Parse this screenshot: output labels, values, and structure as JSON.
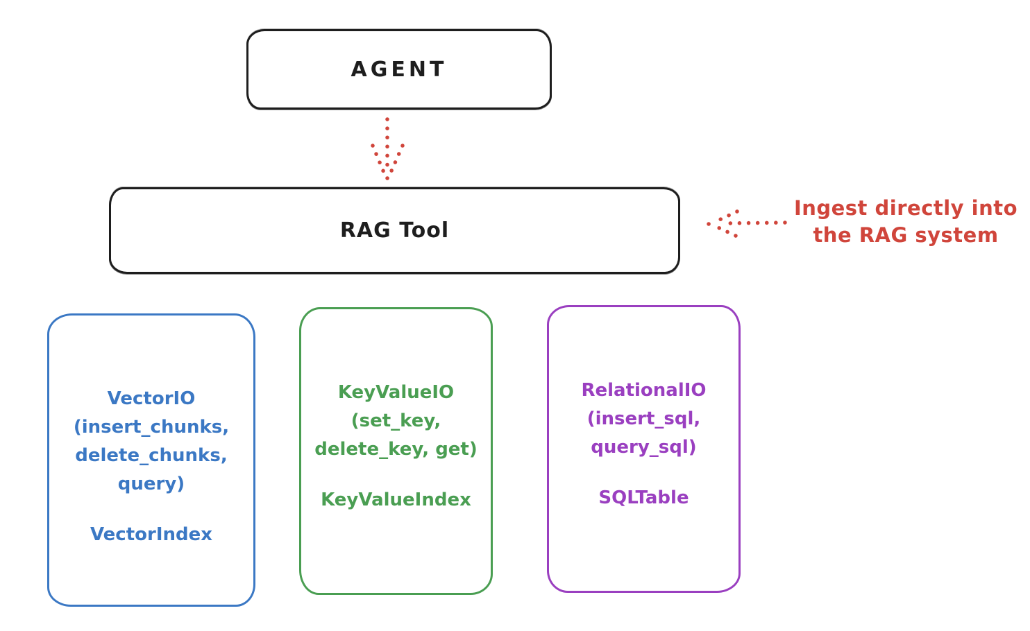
{
  "colors": {
    "ink": "#1e1e1e",
    "red": "#d0453b",
    "blue": "#3b78c4",
    "green": "#4a9e52",
    "purple": "#9a3fc0"
  },
  "diagram": {
    "agent": {
      "label": "AGENT"
    },
    "rag_tool": {
      "label": "RAG Tool"
    },
    "annotation": {
      "line1": "Ingest directly into",
      "line2": "the RAG system"
    },
    "storage_boxes": [
      {
        "name": "vector-io",
        "color": "#3b78c4",
        "lines": [
          "VectorIO",
          "(insert_chunks,",
          "delete_chunks,",
          "query)"
        ],
        "index_label": "VectorIndex"
      },
      {
        "name": "key-value-io",
        "color": "#4a9e52",
        "lines": [
          "KeyValueIO",
          "(set_key,",
          "delete_key, get)"
        ],
        "index_label": "KeyValueIndex"
      },
      {
        "name": "relational-io",
        "color": "#9a3fc0",
        "lines": [
          "RelationalIO",
          "(insert_sql,",
          "query_sql)"
        ],
        "index_label": "SQLTable"
      }
    ]
  }
}
